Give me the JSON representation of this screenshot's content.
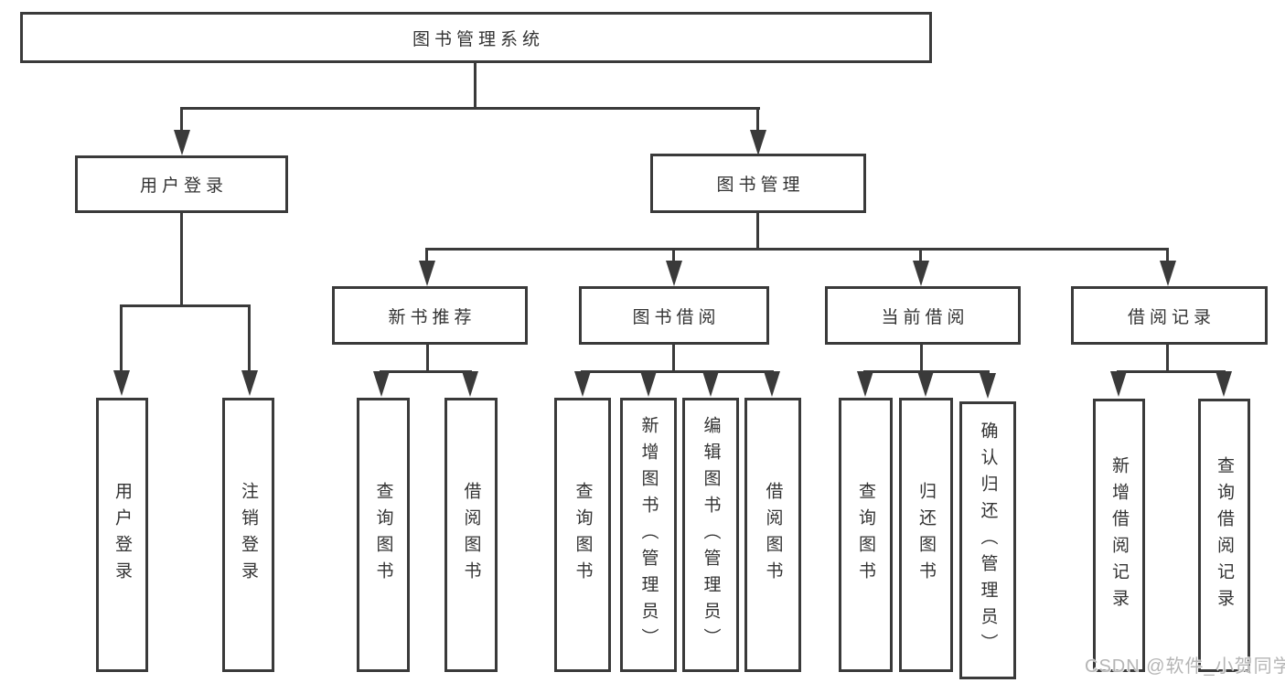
{
  "diagram": {
    "root_label": "图书管理系统",
    "watermark": "CSDN @软件_小贺同学",
    "colors": {
      "line": "#3a3a3a",
      "text": "#333333",
      "watermark": "#b5b5b5",
      "background": "#ffffff"
    },
    "level2": {
      "user_login": "用户登录",
      "book_management": "图书管理"
    },
    "level3": {
      "new_book_recommend": "新书推荐",
      "book_borrowing": "图书借阅",
      "current_borrowing": "当前借阅",
      "borrowing_records": "借阅记录"
    },
    "level4": {
      "user_login_children": {
        "login": "用户登录",
        "logout": "注销登录"
      },
      "new_book_children": {
        "query_books": "查询图书",
        "borrow_books": "借阅图书"
      },
      "book_borrowing_children": {
        "query_books": "查询图书",
        "add_books_admin": "新增图书（管理员）",
        "edit_books_admin": "编辑图书（管理员）",
        "borrow_books": "借阅图书"
      },
      "current_borrowing_children": {
        "query_books": "查询图书",
        "return_books": "归还图书",
        "confirm_return_admin": "确认归还（管理员）"
      },
      "borrowing_records_children": {
        "add_record": "新增借阅记录",
        "query_record": "查询借阅记录"
      }
    }
  }
}
